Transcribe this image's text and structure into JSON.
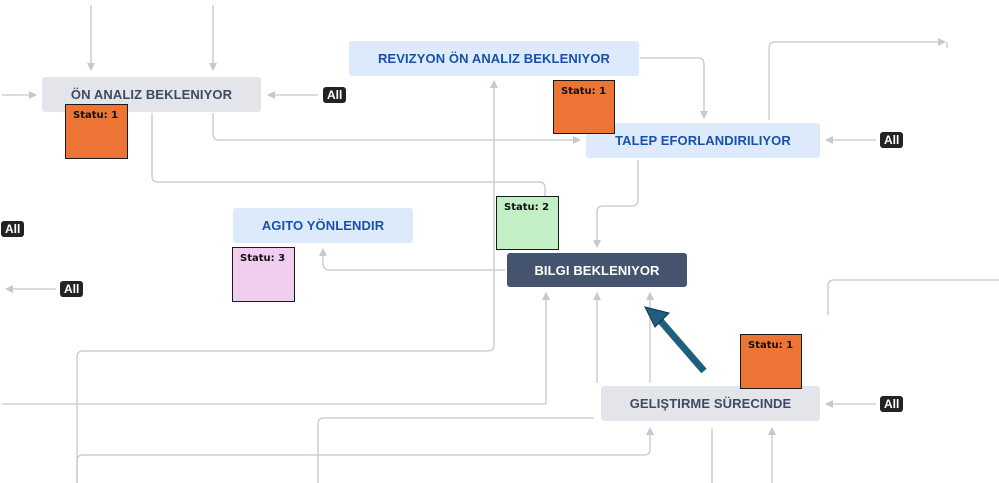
{
  "nodes": {
    "on_analiz": "ÖN ANALIZ BEKLENIYOR",
    "revizyon": "REVIZYON ÖN ANALIZ BEKLENIYOR",
    "talep": "TALEP EFORLANDIRILIYOR",
    "agito": "AGITO YÖNLENDIR",
    "bilgi": "BILGI BEKLENIYOR",
    "gelistirme": "GELIŞTIRME SÜRECINDE"
  },
  "badges": [
    "All",
    "All",
    "All",
    "All",
    "All"
  ],
  "stickies": [
    {
      "label": "Statu: 1",
      "color": "#ec7535"
    },
    {
      "label": "Statu: 1",
      "color": "#ec7535"
    },
    {
      "label": "Statu: 2",
      "color": "#c2efc6"
    },
    {
      "label": "Statu: 3",
      "color": "#f1cdef"
    },
    {
      "label": "Statu: 1",
      "color": "#ec7535"
    }
  ],
  "colors": {
    "connector": "#c4c8cf",
    "highlight_arrow": "#1e5f80"
  }
}
